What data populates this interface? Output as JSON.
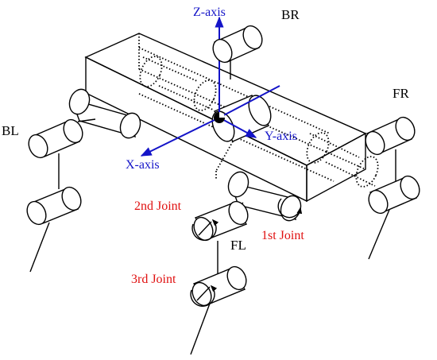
{
  "labels": {
    "br": "BR",
    "fr": "FR",
    "bl": "BL",
    "fl": "FL",
    "z_axis": "Z-axis",
    "y_axis": "Y-axis",
    "x_axis": "X-axis",
    "joint_2": "2nd Joint",
    "joint_1": "1st Joint",
    "joint_3": "3rd Joint"
  },
  "colors": {
    "axis": "#1414c8",
    "joint_text": "#e01010",
    "line": "#000000"
  }
}
